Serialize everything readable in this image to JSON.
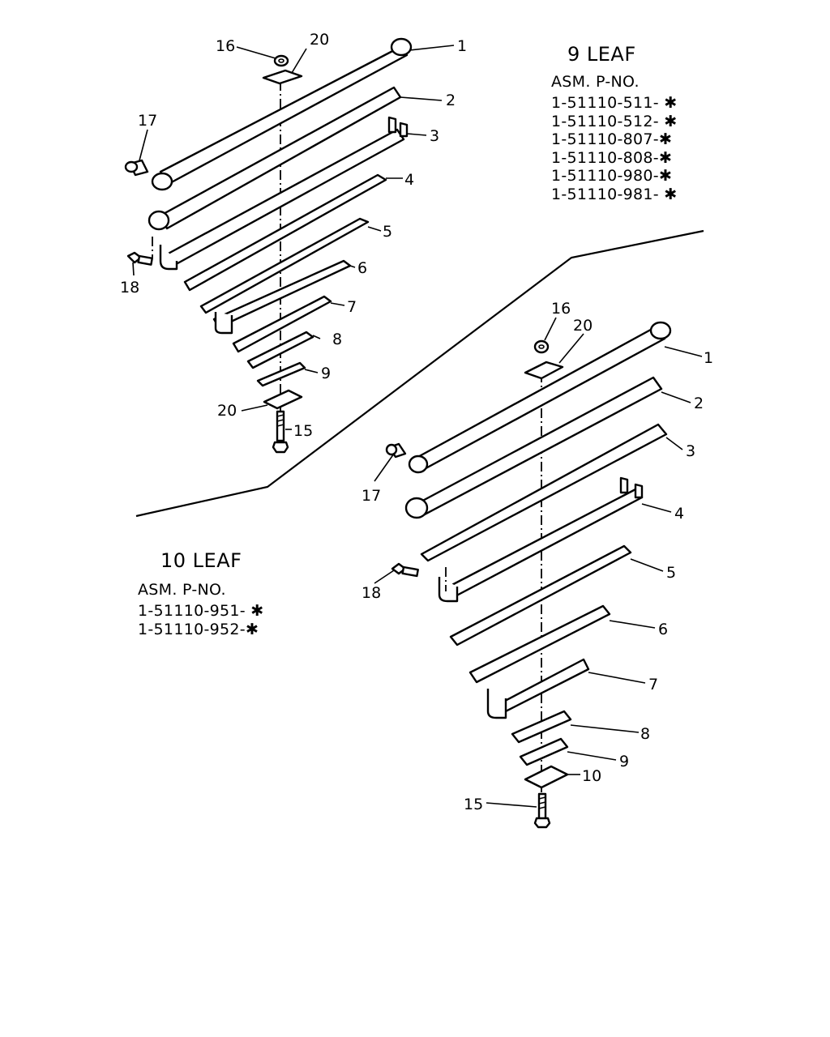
{
  "assembly_9": {
    "title": "9 LEAF",
    "asm_label": "ASM. P-NO.",
    "part_numbers": [
      "1-51110-511- ✱",
      "1-51110-512- ✱",
      "1-51110-807-✱",
      "1-51110-808-✱",
      "1-51110-980-✱",
      "1-51110-981- ✱"
    ],
    "callouts": [
      "16",
      "20",
      "1",
      "2",
      "3",
      "17",
      "4",
      "5",
      "18",
      "6",
      "7",
      "8",
      "9",
      "20",
      "15"
    ]
  },
  "assembly_10": {
    "title": "10 LEAF",
    "asm_label": "ASM. P-NO.",
    "part_numbers": [
      "1-51110-951- ✱",
      "1-51110-952-✱"
    ],
    "callouts": [
      "16",
      "20",
      "1",
      "2",
      "3",
      "17",
      "4",
      "5",
      "18",
      "6",
      "7",
      "8",
      "9",
      "10",
      "15"
    ]
  }
}
